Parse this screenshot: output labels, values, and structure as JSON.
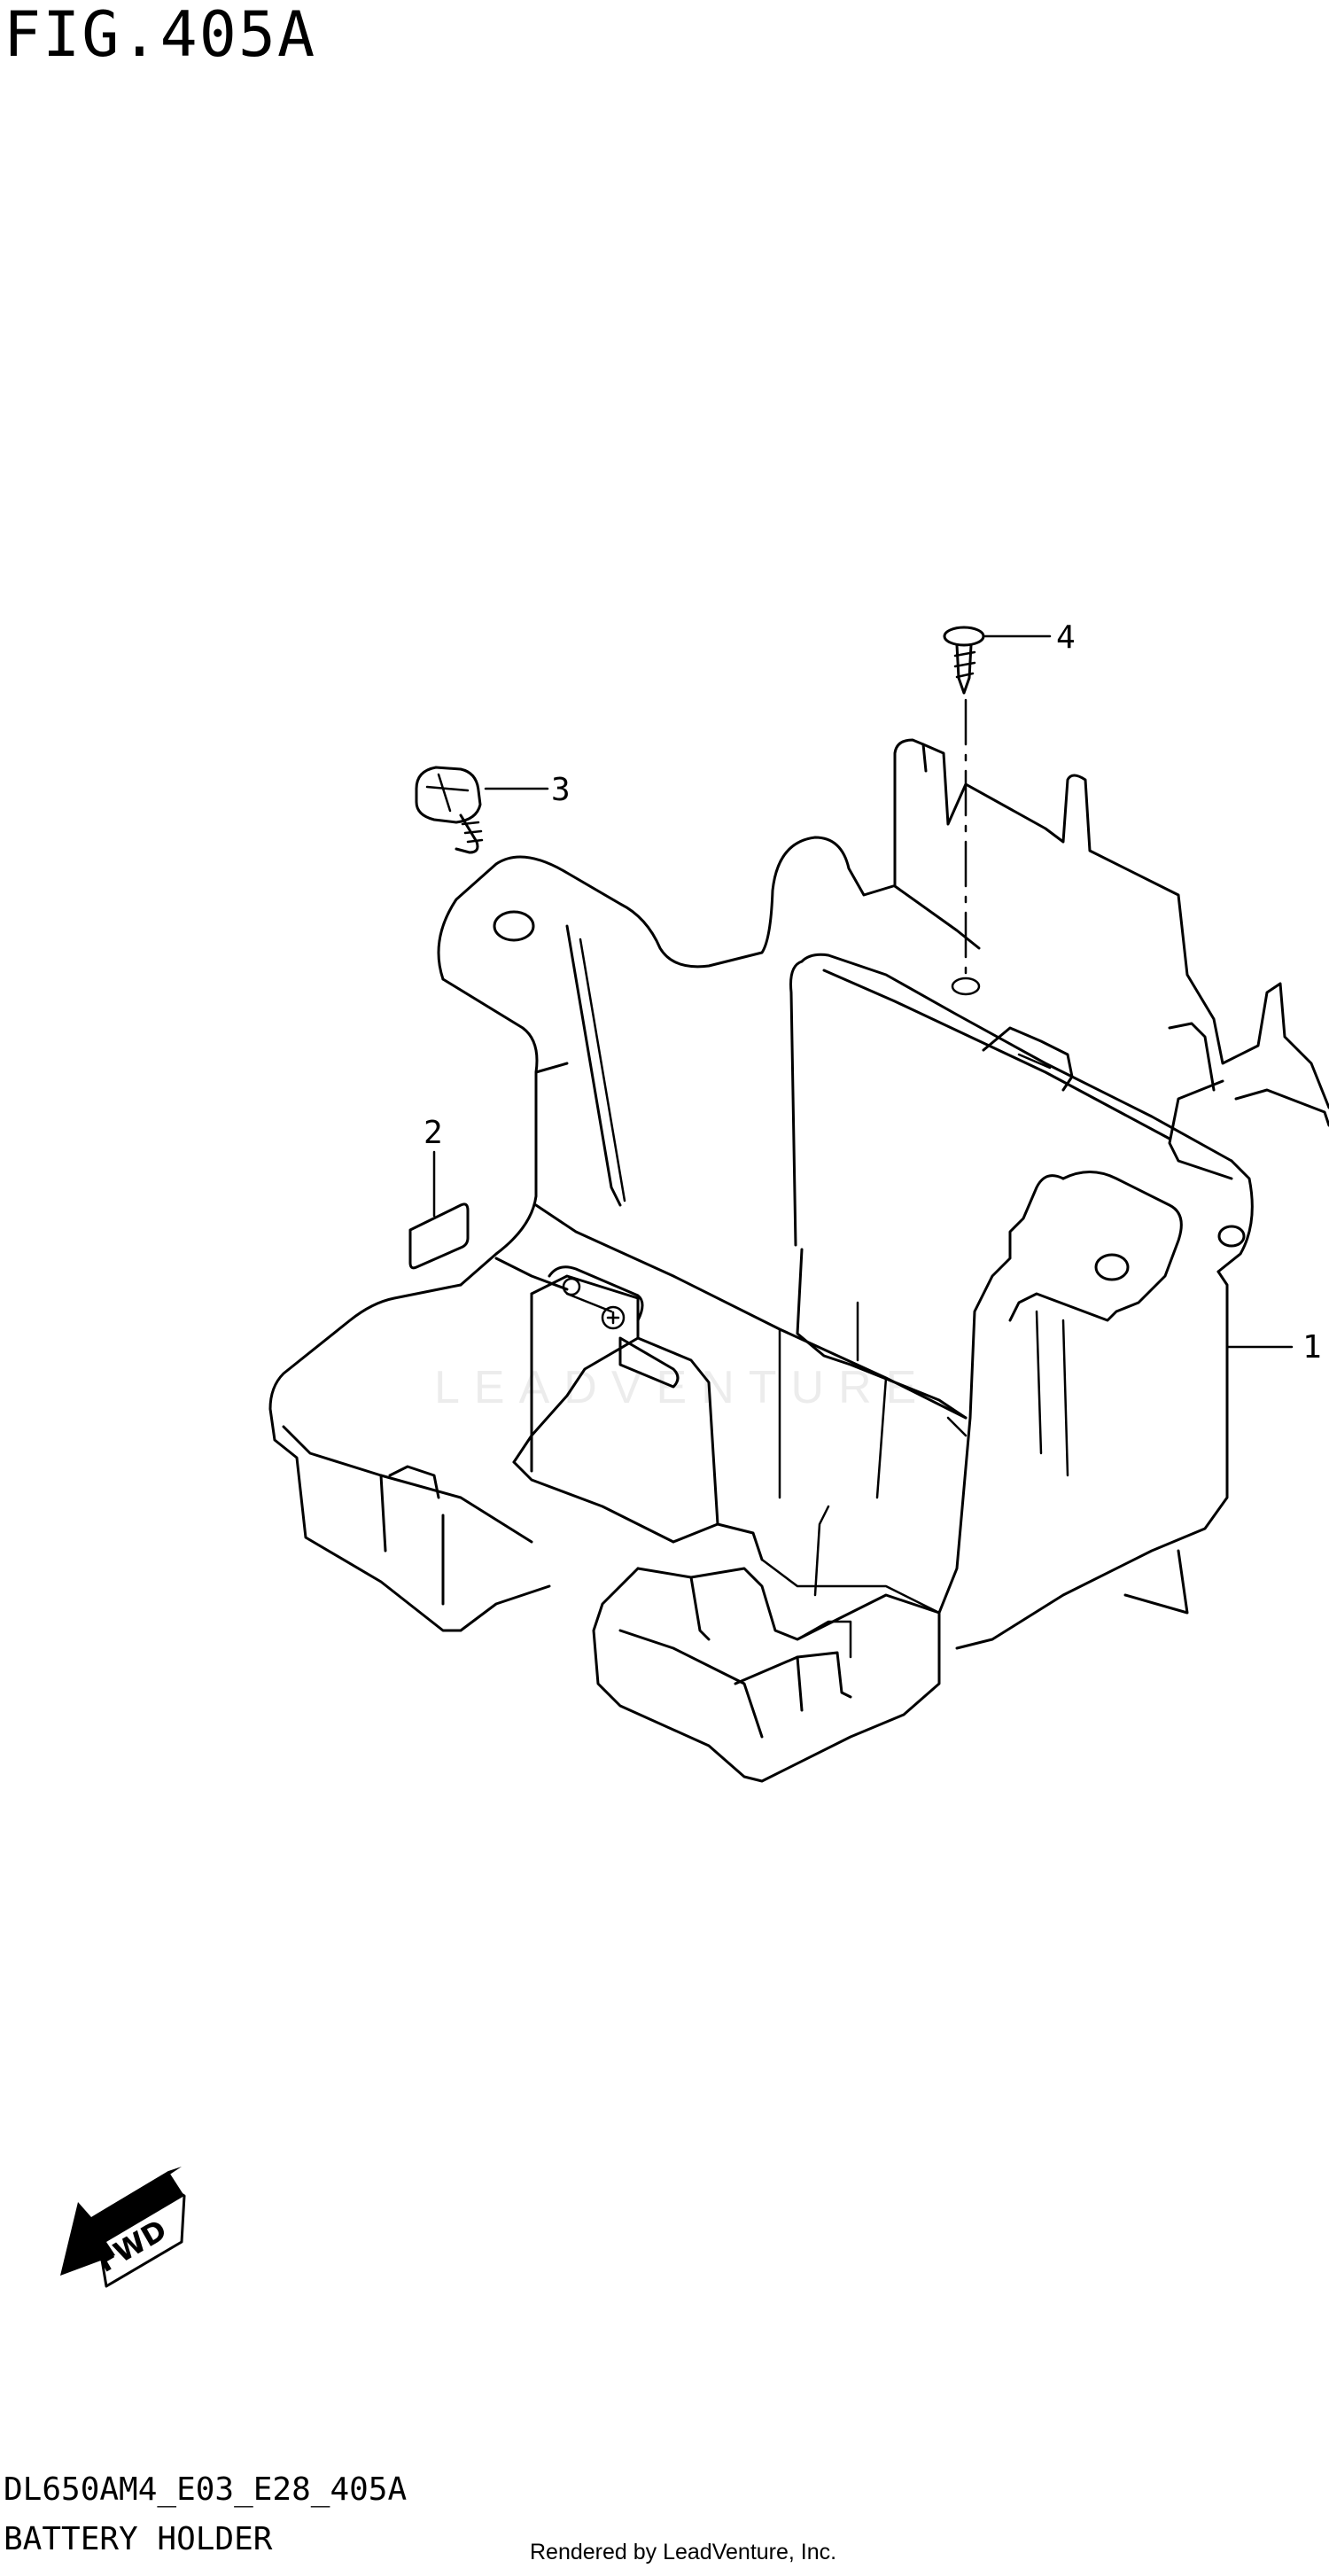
{
  "figure": {
    "title": "FIG.405A"
  },
  "callouts": [
    {
      "number": "1",
      "part": "battery-holder"
    },
    {
      "number": "2",
      "part": "label"
    },
    {
      "number": "3",
      "part": "bolt"
    },
    {
      "number": "4",
      "part": "screw"
    }
  ],
  "direction_marker": {
    "text": "FWD"
  },
  "watermark": {
    "text": "LEADVENTURE"
  },
  "footer": {
    "model_code": "DL650AM4_E03_E28_405A",
    "page_title": "BATTERY HOLDER",
    "credit": "Rendered by LeadVenture, Inc."
  }
}
